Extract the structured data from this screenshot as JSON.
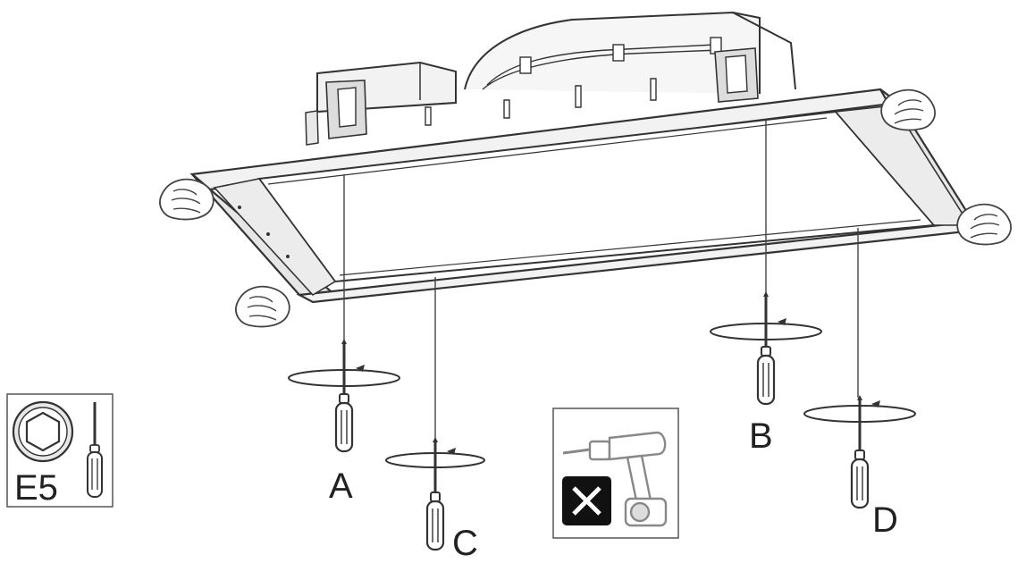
{
  "labels": {
    "a": "A",
    "b": "B",
    "c": "C",
    "d": "D"
  },
  "tool_box": {
    "size": "E5",
    "hex_icon": "hex-socket-icon",
    "screwdriver_icon": "screwdriver-icon"
  },
  "no_drill_box": {
    "drill_icon": "power-drill-icon",
    "prohibit_icon": "cross-mark-icon"
  },
  "colors": {
    "line": "#333333",
    "fill_light": "#f2f2f2",
    "fill_mid": "#d9d9d9",
    "prohibit_bg": "#111111"
  }
}
